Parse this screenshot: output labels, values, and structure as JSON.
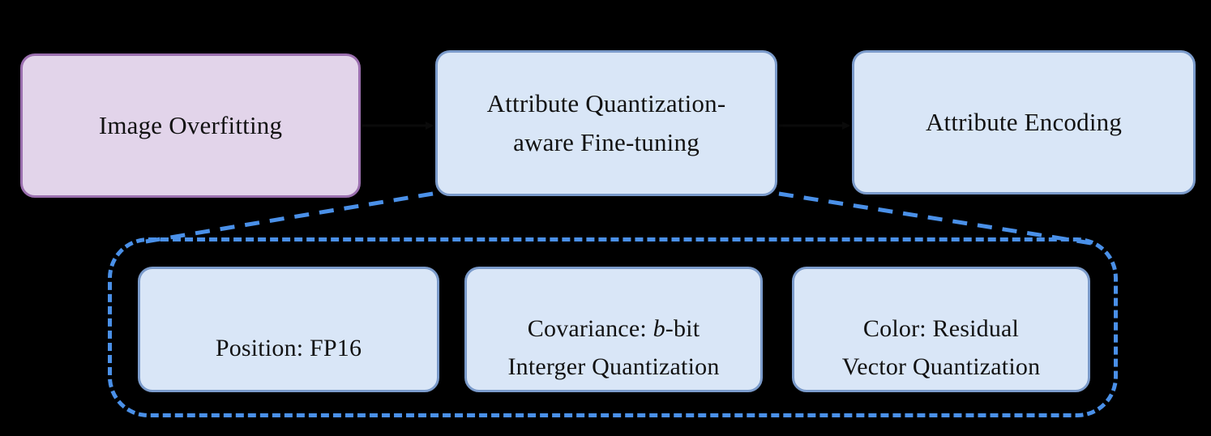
{
  "diagram": {
    "title": "Attribute quantization pipeline",
    "background_color": "#000000",
    "accent_color": "#4A90E8",
    "box_blue_fill": "#D9E6F7",
    "box_blue_border": "#7B9BCB",
    "box_purple_fill": "#E2D4EA",
    "box_purple_border": "#9B6FAF"
  },
  "top_row": {
    "nodes": [
      {
        "id": "image-overfitting",
        "label": "Image Overfitting",
        "style": "purple"
      },
      {
        "id": "attribute-quantization-aware-fine-tuning",
        "label": "Attribute Quantization-\naware Fine-tuning",
        "style": "blue"
      },
      {
        "id": "attribute-encoding",
        "label": "Attribute Encoding",
        "style": "blue"
      }
    ]
  },
  "group": {
    "id": "quantization-group",
    "border_style": "dashed",
    "border_color": "#4A90E8",
    "nodes": [
      {
        "id": "position",
        "label_prefix": "Position: FP16",
        "label_italic": "",
        "label_suffix": "",
        "style": "blue"
      },
      {
        "id": "covariance",
        "label_prefix": "Covariance: ",
        "label_italic": "b",
        "label_suffix": "-bit\nInterger Quantization",
        "style": "blue"
      },
      {
        "id": "color",
        "label_prefix": "Color: Residual\nVector Quantization",
        "label_italic": "",
        "label_suffix": "",
        "style": "blue"
      }
    ]
  },
  "edges": [
    {
      "id": "edge-finetuning-to-group-left",
      "from": "attribute-quantization-aware-fine-tuning",
      "to": "quantization-group",
      "style": "dashed"
    },
    {
      "id": "edge-finetuning-to-group-right",
      "from": "attribute-quantization-aware-fine-tuning",
      "to": "quantization-group",
      "style": "dashed"
    },
    {
      "id": "edge-overfitting-to-finetuning",
      "from": "image-overfitting",
      "to": "attribute-quantization-aware-fine-tuning",
      "style": "solid"
    },
    {
      "id": "edge-finetuning-to-encoding",
      "from": "attribute-quantization-aware-fine-tuning",
      "to": "attribute-encoding",
      "style": "solid"
    }
  ]
}
